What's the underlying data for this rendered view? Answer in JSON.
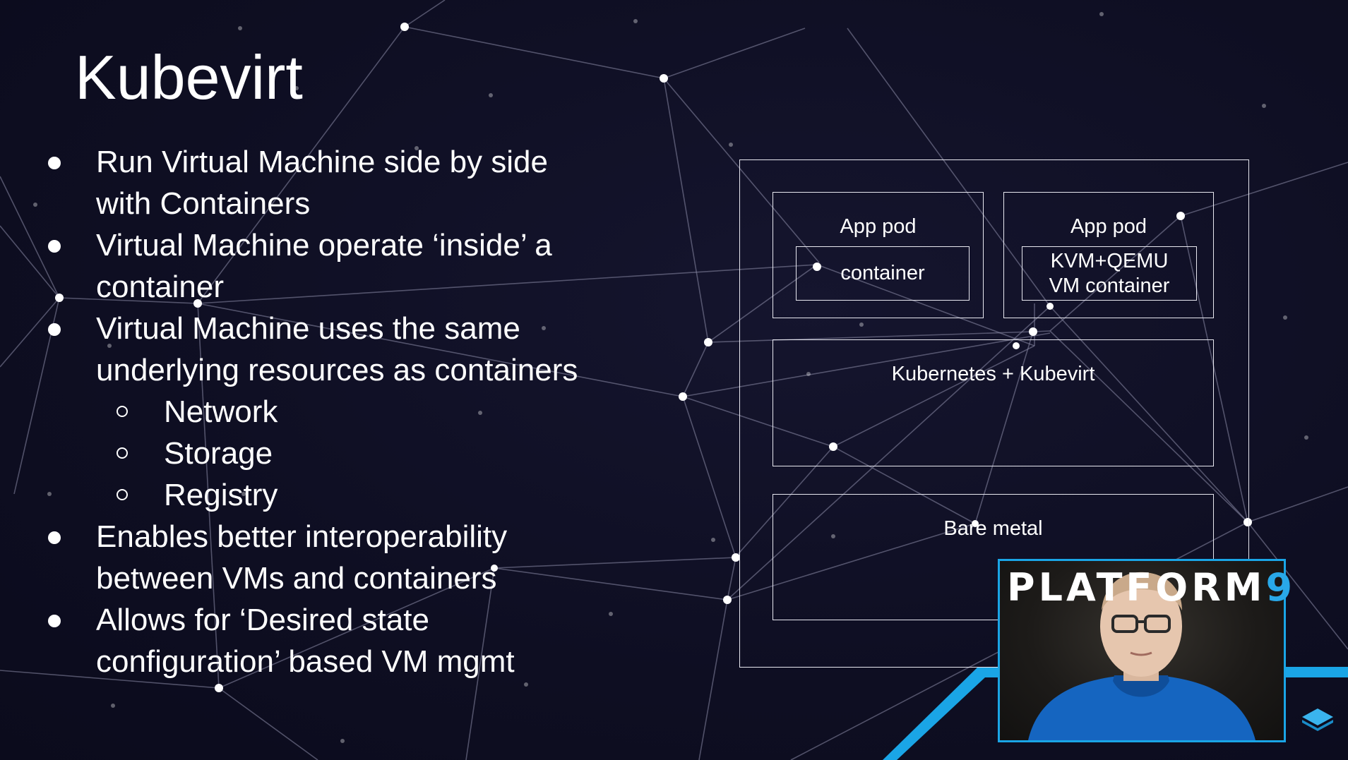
{
  "slide": {
    "title": "Kubevirt",
    "bullets": [
      {
        "text": "Run Virtual Machine side by side with Containers",
        "lines": [
          "Run Virtual Machine side by side",
          "with Containers"
        ]
      },
      {
        "text": "Virtual Machine operate ‘inside’ a container",
        "lines": [
          "Virtual Machine operate ‘inside’ a",
          "container"
        ]
      },
      {
        "text": "Virtual Machine uses the same underlying resources as containers",
        "lines": [
          "Virtual Machine uses the same",
          "underlying resources as containers"
        ]
      },
      {
        "text": "Enables better interoperability between VMs and containers",
        "lines": [
          "Enables better interoperability",
          "between VMs and containers"
        ]
      },
      {
        "text": "Allows for ‘Desired state configuration’ based VM mgmt",
        "lines": [
          "Allows for ‘Desired state",
          "configuration’ based VM mgmt"
        ]
      }
    ],
    "sub_bullets": [
      "Network",
      "Storage",
      "Registry"
    ]
  },
  "diagram": {
    "app_pod_1": {
      "label": "App pod",
      "inner": "container"
    },
    "app_pod_2": {
      "label": "App pod",
      "inner_line1": "KVM+QEMU",
      "inner_line2": "VM container"
    },
    "orchestration": "Kubernetes + Kubevirt",
    "base": "Bare metal"
  },
  "webcam": {
    "brand_text": "PLATFORM",
    "brand_digit": "9",
    "accent_color": "#1aa5e6"
  },
  "colors": {
    "background": "#0f0f24",
    "text": "#ffffff",
    "accent": "#1aa5e6"
  }
}
